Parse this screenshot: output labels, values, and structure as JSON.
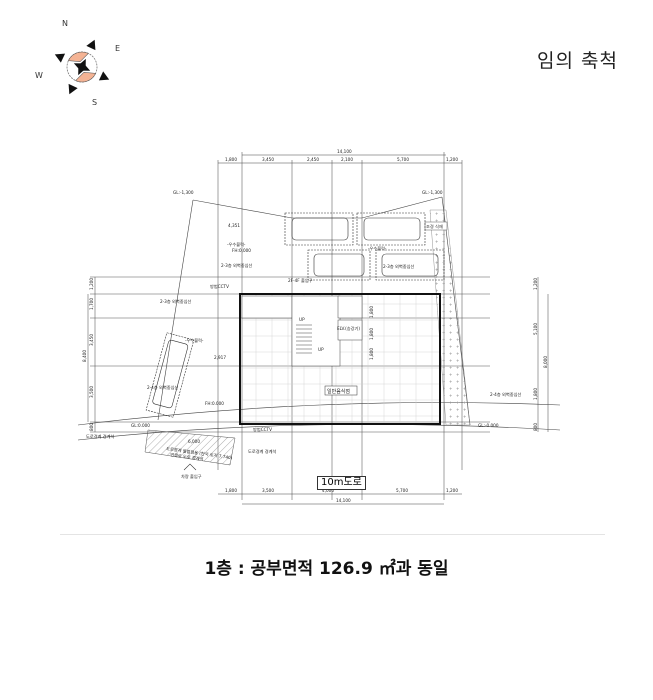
{
  "compass": {
    "north": "N",
    "east": "E",
    "south": "S",
    "west": "W",
    "accent_color": "#f4b394"
  },
  "scale_label": "임의 축척",
  "plan": {
    "top_dimensions": {
      "total": "14,100",
      "segments": [
        "1,800",
        "3,450",
        "2,450",
        "2,100",
        "5,700",
        "1,200"
      ]
    },
    "bottom_dimensions": {
      "total": "14,100",
      "segments": [
        "1,800",
        "3,500",
        "4,000",
        "5,700",
        "1,200"
      ]
    },
    "left_dimensions": {
      "total": "8,400",
      "segments": [
        "1,200",
        "1,700",
        "3,450",
        "3,500",
        "800"
      ]
    },
    "right_dimensions": {
      "total": "8,000",
      "segments": [
        "1,200",
        "5,100",
        "1,800",
        "800"
      ]
    },
    "labels": {
      "gl_top_left": "GL:-1,300",
      "gl_top_right": "GL:-1,300",
      "dim_4351": "4,351",
      "rainwater_top": "-우수블럭-",
      "fh_top": "FH:0,000",
      "upper_setback_1": "2-3층 외벽중심선",
      "upper_setback_2": "2-3층 외벽중심선",
      "upper_setback_3": "2-3층 외벽중심선",
      "rainwater_mid": "-우수블럭-",
      "cctv_top": "방범CCTV",
      "entrance_2f": "2F-4F 출입구",
      "landscape": "조경 식재",
      "rainwater_left": "-우수블럭-",
      "dim_2917": "2,917",
      "setback_24_left": "2-4층 외벽중심선",
      "fh_left": "FH:0.000",
      "gl_left": "GL:0.000",
      "gl_right": "GL:-0.000",
      "setback_24_right": "2-4층 외벽중심선",
      "cctv_bottom": "방범CCTV",
      "general_restaurant": "일반음식점",
      "elevator": "ELV.(승강기)",
      "stair_up_1": "UP",
      "stair_up_2": "UP",
      "road_boundary_left": "도로경계 경계석",
      "road_boundary_right": "도로경계 경계석",
      "curb_note_1": "도로경계 불법점용 (한국 토지 7,740)",
      "curb_note_2": "연결로 도로 경계석",
      "curb_dim": "6,000",
      "vehicle_entrance": "차량 출입구",
      "road_width": "10m도로",
      "inner_dims": [
        "1,800",
        "1,800",
        "1,800"
      ]
    }
  },
  "caption": "1층 : 공부면적 126.9 ㎡과 동일"
}
